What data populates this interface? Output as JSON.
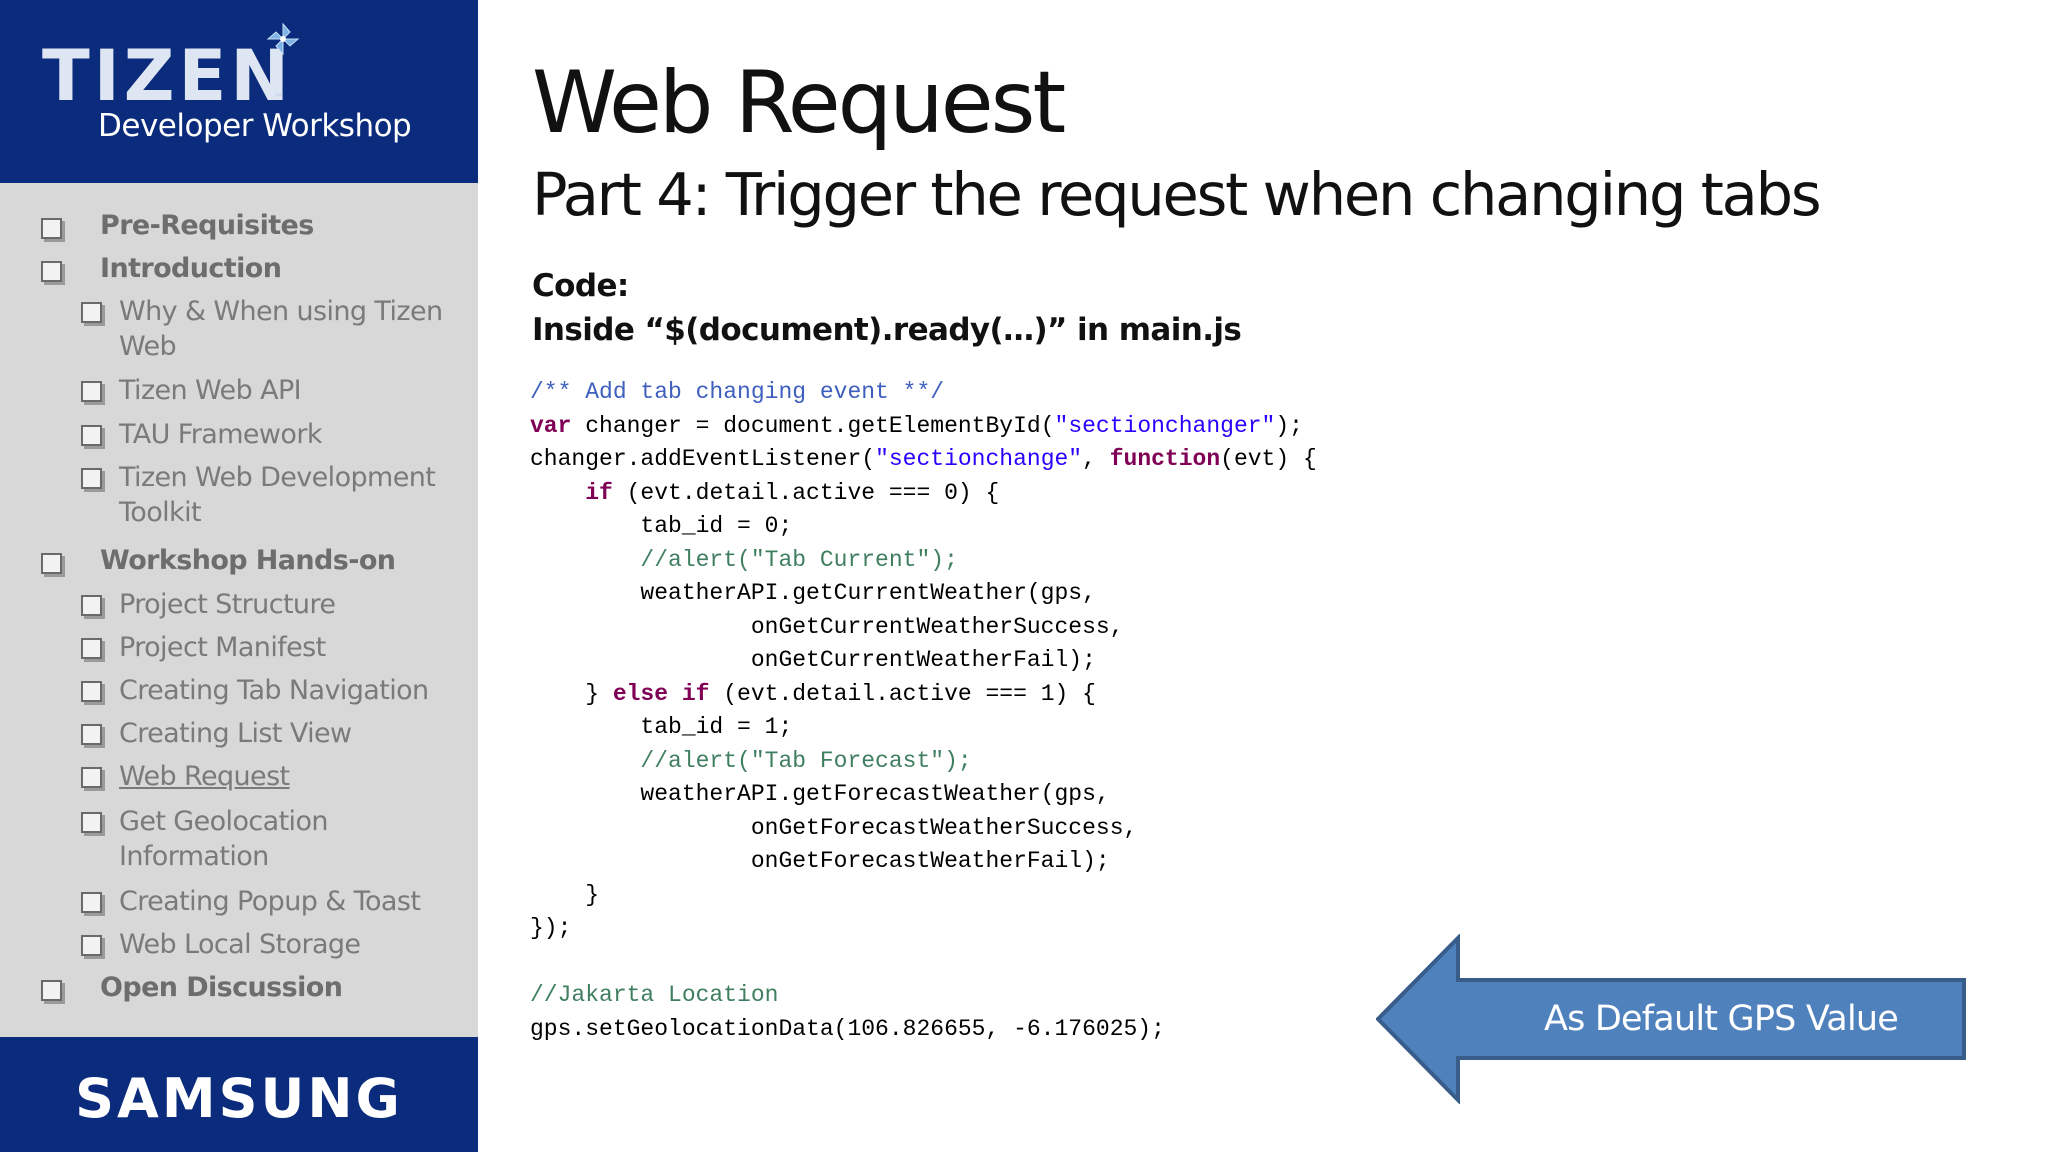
{
  "sidebar": {
    "brand": {
      "product": "TIZEN",
      "trademark": "™",
      "event": "Developer Workshop",
      "logo_icon": "tizen-pinwheel-icon",
      "sponsor": "SAMSUNG"
    },
    "agenda": [
      {
        "label": "Pre-Requisites",
        "level": 1
      },
      {
        "label": "Introduction",
        "level": 1
      },
      {
        "label": "Why & When using Tizen Web",
        "level": 2
      },
      {
        "label": "Tizen Web API",
        "level": 2
      },
      {
        "label": "TAU Framework",
        "level": 2
      },
      {
        "label": "Tizen Web Development Toolkit",
        "level": 2
      },
      {
        "label": "Workshop Hands-on",
        "level": 1
      },
      {
        "label": "Project Structure",
        "level": 2
      },
      {
        "label": "Project Manifest",
        "level": 2
      },
      {
        "label": "Creating Tab Navigation",
        "level": 2
      },
      {
        "label": "Creating List View",
        "level": 2
      },
      {
        "label": "Web Request",
        "level": 2,
        "current": true
      },
      {
        "label": "Get Geolocation Information",
        "level": 2
      },
      {
        "label": "Creating Popup & Toast",
        "level": 2
      },
      {
        "label": "Web Local Storage",
        "level": 2
      },
      {
        "label": "Open Discussion",
        "level": 1
      }
    ],
    "checkbox_icon": "checkbox-icon"
  },
  "main": {
    "title": "Web Request",
    "subtitle": "Part 4: Trigger the request when changing tabs",
    "code_label": "Code:",
    "code_location": "Inside “$(document).ready(…)” in main.js",
    "code_lines": [
      [
        {
          "t": "/** Add tab changing event **/",
          "c": "doc"
        }
      ],
      [
        {
          "t": "var",
          "c": "kw"
        },
        {
          "t": " changer = document.getElementById("
        },
        {
          "t": "\"sectionchanger\"",
          "c": "str"
        },
        {
          "t": ");"
        }
      ],
      [
        {
          "t": "changer.addEventListener("
        },
        {
          "t": "\"sectionchange\"",
          "c": "str"
        },
        {
          "t": ", "
        },
        {
          "t": "function",
          "c": "kw"
        },
        {
          "t": "(evt) {"
        }
      ],
      [
        {
          "t": "    "
        },
        {
          "t": "if",
          "c": "kw"
        },
        {
          "t": " (evt.detail.active === 0) {"
        }
      ],
      [
        {
          "t": "        tab_id = 0;"
        }
      ],
      [
        {
          "t": "        "
        },
        {
          "t": "//alert(\"Tab Current\");",
          "c": "cm"
        }
      ],
      [
        {
          "t": "        weatherAPI.getCurrentWeather(gps,"
        }
      ],
      [
        {
          "t": "                onGetCurrentWeatherSuccess,"
        }
      ],
      [
        {
          "t": "                onGetCurrentWeatherFail);"
        }
      ],
      [
        {
          "t": "    } "
        },
        {
          "t": "else if",
          "c": "kw"
        },
        {
          "t": " (evt.detail.active === 1) {"
        }
      ],
      [
        {
          "t": "        tab_id = 1;"
        }
      ],
      [
        {
          "t": "        "
        },
        {
          "t": "//alert(\"Tab Forecast\");",
          "c": "cm"
        }
      ],
      [
        {
          "t": "        weatherAPI.getForecastWeather(gps,"
        }
      ],
      [
        {
          "t": "                onGetForecastWeatherSuccess,"
        }
      ],
      [
        {
          "t": "                onGetForecastWeatherFail);"
        }
      ],
      [
        {
          "t": "    }"
        }
      ],
      [
        {
          "t": "});"
        }
      ],
      [
        {
          "t": ""
        }
      ],
      [
        {
          "t": "//Jakarta Location",
          "c": "cm"
        }
      ],
      [
        {
          "t": "gps.setGeolocationData(106.826655, -6.176025);"
        }
      ]
    ],
    "callout": {
      "label": "As Default GPS Value",
      "icon": "left-arrow-icon",
      "fill_color": "#4f81bd",
      "border_color": "#385d8a"
    }
  },
  "colors": {
    "brand_blue": "#0b2b7c",
    "sidebar_bg": "#d8d8d8",
    "code_keyword": "#7f0055",
    "code_string": "#2a00ff",
    "code_comment": "#3f7f5f"
  }
}
